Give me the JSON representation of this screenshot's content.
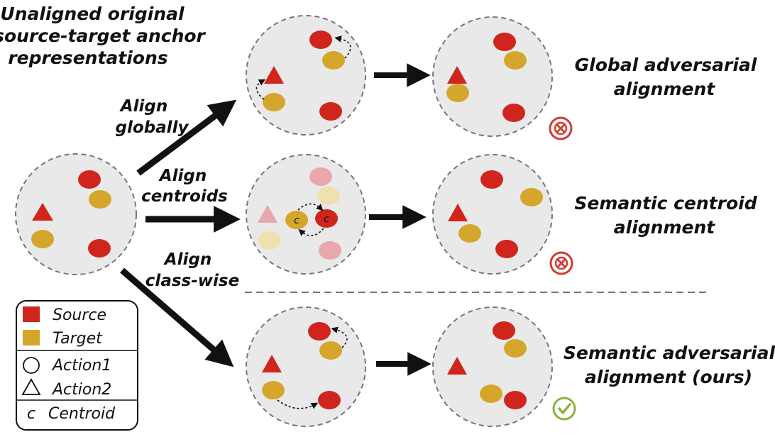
{
  "title": {
    "line1": "Unaligned original",
    "line2": "source-target anchor",
    "line3": "representations"
  },
  "arrow_labels": {
    "globally": {
      "line1": "Align",
      "line2": "globally"
    },
    "centroids": {
      "line1": "Align",
      "line2": "centroids"
    },
    "classwise": {
      "line1": "Align",
      "line2": "class-wise"
    }
  },
  "row_labels": {
    "global": {
      "line1": "Global adversarial",
      "line2": "alignment"
    },
    "centroid": {
      "line1": "Semantic centroid",
      "line2": "alignment"
    },
    "semantic": {
      "line1": "Semantic adversarial",
      "line2": "alignment (ours)"
    }
  },
  "legend": {
    "source": "Source",
    "target": "Target",
    "action1": "Action1",
    "action2": "Action2",
    "centroid_symbol": "c",
    "centroid": "Centroid"
  },
  "centroid_marker": "c",
  "status_icons": {
    "global": "cross-icon",
    "centroid": "cross-icon",
    "semantic": "check-icon"
  },
  "colors": {
    "source": "#d0251c",
    "target": "#d4a62c",
    "source_faded": "#e8a8ab",
    "target_faded": "#efe1ad",
    "panel_fill": "#e9e9e9",
    "panel_border": "#777777",
    "cross": "#d13b35",
    "check": "#8cb33e"
  }
}
